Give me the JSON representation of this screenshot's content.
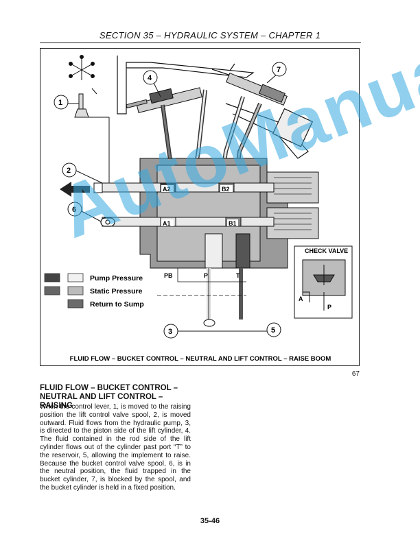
{
  "header": {
    "title": "SECTION 35 – HYDRAULIC SYSTEM – CHAPTER 1"
  },
  "figure": {
    "callouts": [
      "1",
      "2",
      "3",
      "4",
      "5",
      "6",
      "7"
    ],
    "ports": [
      "A2",
      "B2",
      "A1",
      "B1",
      "PB",
      "P",
      "T",
      "A",
      "P"
    ],
    "legend": {
      "pump_pressure": "Pump Pressure",
      "static_pressure": "Static Pressure",
      "return_to_sump": "Return to Sump"
    },
    "check_valve_label": "CHECK VALVE",
    "caption": "FLUID FLOW – BUCKET CONTROL – NEUTRAL AND LIFT CONTROL – RAISE BOOM",
    "number": "67",
    "colors": {
      "pump": "#444444",
      "static": "#bbbbbb",
      "return": "#6b6b6b"
    }
  },
  "section": {
    "title_line1": "FLUID FLOW – BUCKET CONTROL –",
    "title_line2": "NEUTRAL AND LIFT CONTROL – RAISING",
    "body": "When the control lever, 1, is moved to the raising position the lift control valve spool, 2, is moved outward. Fluid flows from the hydraulic pump, 3, is directed to the piston side of the lift cylinder, 4. The fluid contained in the rod side of the lift cylinder flows out of the cylinder past port “T” to the reservoir, 5, allowing the implement to raise. Because the bucket control valve spool, 6, is in the neutral position, the fluid trapped in the bucket cylinder, 7, is blocked by the spool, and the bucket cylinder is held in a fixed position."
  },
  "page_number": "35-46",
  "watermark": "AutoManual"
}
